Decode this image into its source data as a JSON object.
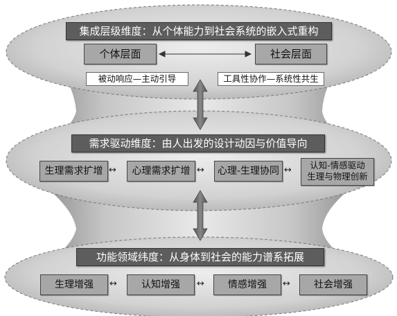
{
  "layers": [
    {
      "title": "集成层级维度：从个体能力到社会系统的嵌入式重构",
      "left_box": "个体层面",
      "right_box": "社会层面",
      "left_note": "被动响应—主动引导",
      "right_note": "工具性协作—系统性共生"
    },
    {
      "title": "需求驱动维度：由人出发的设计动因与价值导向",
      "items": [
        "生理需求扩增",
        "心理需求扩增",
        "心理-生理协同",
        "认知-情感驱动\n生理与物理创新"
      ]
    },
    {
      "title": "功能领域纬度：从身体到社会的能力谱系拓展",
      "items": [
        "生理增强",
        "认知增强",
        "情感增强",
        "社会增强"
      ]
    }
  ],
  "colors": {
    "title_bg": "#5d5d5d",
    "box_bg": "#a7a7a7",
    "ellipse_light": "#e6e6e6",
    "ellipse_dark": "#b9b9b9",
    "column": "#c2c2c2"
  }
}
